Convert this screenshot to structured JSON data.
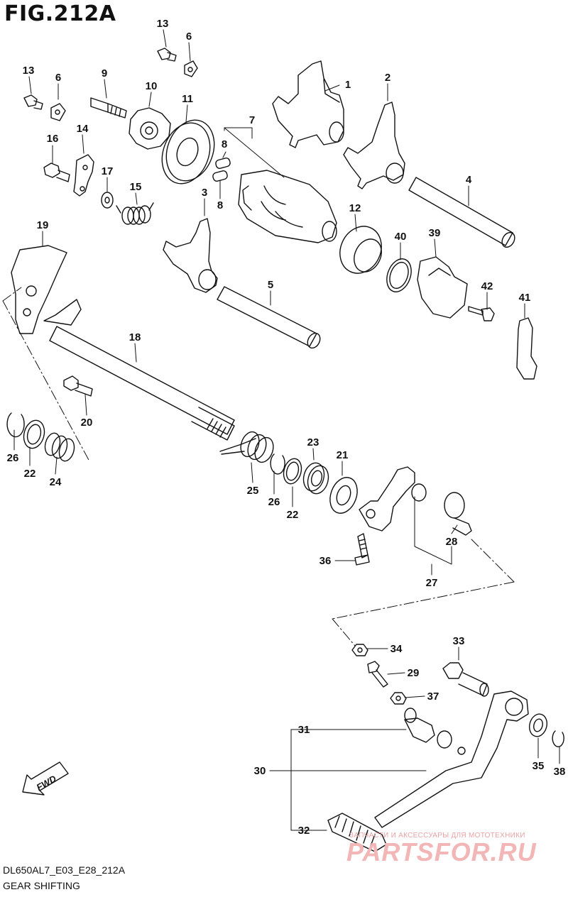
{
  "figure": {
    "title": "FIG.212A",
    "code": "DL650AL7_E03_E28_212A",
    "name": "GEAR SHIFTING",
    "fwd_label": "FWD"
  },
  "watermark": {
    "line1": "ЗАПЧАСТИ И АКСЕССУАРЫ ДЛЯ МОТОТЕХНИКИ",
    "line2": "PARTSFOR.RU"
  },
  "callouts": [
    {
      "id": "c13a",
      "label": "13"
    },
    {
      "id": "c6a",
      "label": "6"
    },
    {
      "id": "c13b",
      "label": "13"
    },
    {
      "id": "c6b",
      "label": "6"
    },
    {
      "id": "c9",
      "label": "9"
    },
    {
      "id": "c10",
      "label": "10"
    },
    {
      "id": "c11",
      "label": "11"
    },
    {
      "id": "c1",
      "label": "1"
    },
    {
      "id": "c2",
      "label": "2"
    },
    {
      "id": "c7",
      "label": "7"
    },
    {
      "id": "c8a",
      "label": "8"
    },
    {
      "id": "c8b",
      "label": "8"
    },
    {
      "id": "c16",
      "label": "16"
    },
    {
      "id": "c14",
      "label": "14"
    },
    {
      "id": "c17",
      "label": "17"
    },
    {
      "id": "c15",
      "label": "15"
    },
    {
      "id": "c3",
      "label": "3"
    },
    {
      "id": "c4",
      "label": "4"
    },
    {
      "id": "c12",
      "label": "12"
    },
    {
      "id": "c40",
      "label": "40"
    },
    {
      "id": "c39",
      "label": "39"
    },
    {
      "id": "c42",
      "label": "42"
    },
    {
      "id": "c41",
      "label": "41"
    },
    {
      "id": "c19",
      "label": "19"
    },
    {
      "id": "c5",
      "label": "5"
    },
    {
      "id": "c18",
      "label": "18"
    },
    {
      "id": "c20",
      "label": "20"
    },
    {
      "id": "c26a",
      "label": "26"
    },
    {
      "id": "c22a",
      "label": "22"
    },
    {
      "id": "c24",
      "label": "24"
    },
    {
      "id": "c23",
      "label": "23"
    },
    {
      "id": "c21",
      "label": "21"
    },
    {
      "id": "c25",
      "label": "25"
    },
    {
      "id": "c26b",
      "label": "26"
    },
    {
      "id": "c22b",
      "label": "22"
    },
    {
      "id": "c28",
      "label": "28"
    },
    {
      "id": "c27",
      "label": "27"
    },
    {
      "id": "c36",
      "label": "36"
    },
    {
      "id": "c34",
      "label": "34"
    },
    {
      "id": "c33",
      "label": "33"
    },
    {
      "id": "c29",
      "label": "29"
    },
    {
      "id": "c37",
      "label": "37"
    },
    {
      "id": "c31",
      "label": "31"
    },
    {
      "id": "c30",
      "label": "30"
    },
    {
      "id": "c32",
      "label": "32"
    },
    {
      "id": "c35",
      "label": "35"
    },
    {
      "id": "c38",
      "label": "38"
    }
  ]
}
